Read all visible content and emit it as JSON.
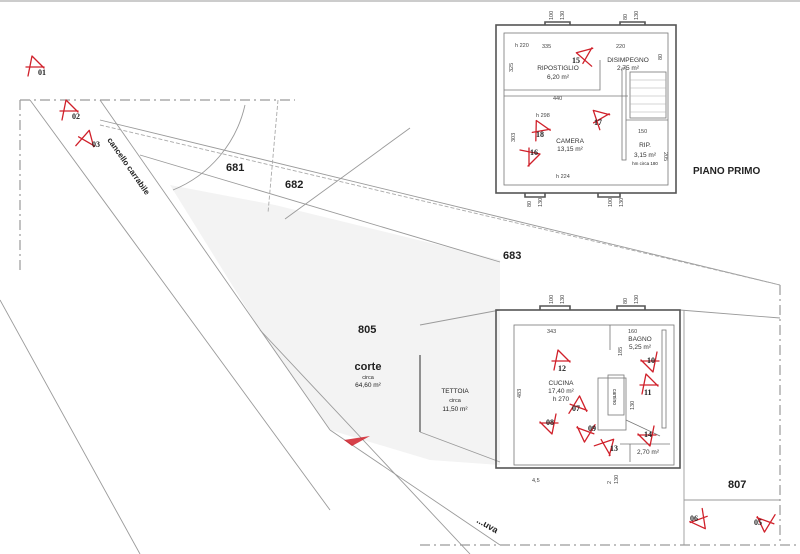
{
  "plan": {
    "floor_label": "PIANO PRIMO",
    "parcels": [
      "681",
      "682",
      "683",
      "805",
      "807"
    ],
    "road_label": "cancello carrabile",
    "bottom_road_label": "...uva",
    "courtyard": {
      "name": "corte",
      "qualifier": "circa",
      "area": "64,60 m²"
    },
    "canopy": {
      "name": "TETTOIA",
      "qualifier": "circa",
      "area": "11,50 m²"
    },
    "first_floor": {
      "rooms": [
        {
          "name": "RIPOSTIGLIO",
          "area": "6,20 m²",
          "height": "h 220"
        },
        {
          "name": "DISIMPEGNO",
          "area": "2,75 m²"
        },
        {
          "name": "CAMERA",
          "area": "13,15 m²",
          "height": "h 298"
        },
        {
          "name": "RIP.",
          "area": "3,15 m²",
          "note": "hm circa 180"
        }
      ],
      "dimensions": {
        "top_window_left": [
          "100",
          "130"
        ],
        "top_window_right": [
          "80",
          "130"
        ],
        "ripostiglio_width": "335",
        "disimpegno_width": "220",
        "ripostiglio_depth": "325",
        "disimpegno_side": "80",
        "camera_width": "440",
        "camera_depth": "303",
        "rip_width": "150",
        "rip_side": "205",
        "camera_height_bottom": "h 224",
        "bottom_window_left": [
          "80",
          "130"
        ],
        "bottom_window_right": [
          "100",
          "130"
        ]
      }
    },
    "ground_floor": {
      "rooms": [
        {
          "name": "CUCINA",
          "area": "17,40 m²",
          "height": "h 270"
        },
        {
          "name": "BAGNO",
          "area": "5,25 m²"
        },
        {
          "name": "",
          "area": "2,70 m²"
        }
      ],
      "dimensions": {
        "top_window_left": [
          "100",
          "130"
        ],
        "top_window_right": [
          "80",
          "130"
        ],
        "cucina_width": "343",
        "bagno_width": "160",
        "bagno_side": "185",
        "cucina_depth": "483",
        "stair_side": "130",
        "bottom_window_left": "4,5",
        "bottom_window_right": [
          "2",
          "130"
        ]
      },
      "stair_label": "camino"
    },
    "photo_markers": [
      "01",
      "02",
      "03",
      "05",
      "06",
      "07",
      "08",
      "09",
      "10",
      "11",
      "12",
      "13",
      "14",
      "15",
      "16",
      "17",
      "18"
    ]
  }
}
